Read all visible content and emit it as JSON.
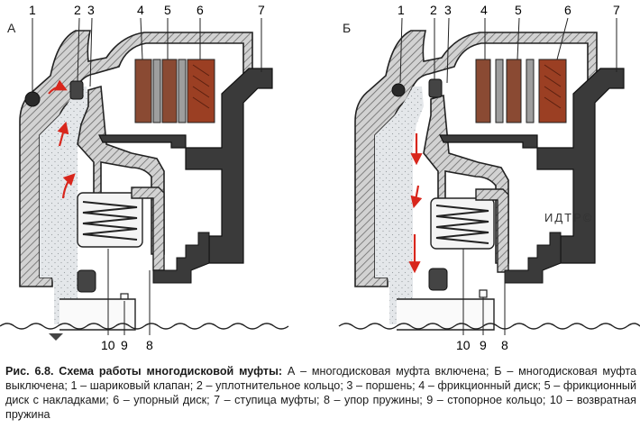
{
  "panels": [
    {
      "letter": "А",
      "labels_top": [
        "1",
        "2",
        "3",
        "4",
        "5",
        "6",
        "7"
      ],
      "labels_bottom": [
        "10",
        "9",
        "8"
      ]
    },
    {
      "letter": "Б",
      "labels_top": [
        "1",
        "2",
        "3",
        "4",
        "5",
        "6",
        "7"
      ],
      "labels_bottom": [
        "10",
        "9",
        "8"
      ]
    }
  ],
  "watermark": "ИДТР©",
  "caption": {
    "lead": "Рис. 6.8. Схема работы многодисковой муфты:",
    "body": " А – многодисковая муфта включена; Б – многодисковая муфта выключена; 1 – шариковый клапан; 2 – уплотнительное кольцо; 3 – поршень; 4 – фрикционный диск; 5 – фрикционный диск с накладками; 6 – упорный диск; 7 – ступица муфты; 8 – упор пружины; 9 – стопорное кольцо; 10 – возвратная пружина"
  },
  "colors": {
    "housing": "#3a3a3a",
    "casing_fill": "#cfcfcf",
    "oil_fill": "#e3e6e8",
    "friction_disc": "#8a4a33",
    "pressure_plate": "#9b3f23",
    "arrow": "#d8261c",
    "line": "#222222"
  }
}
